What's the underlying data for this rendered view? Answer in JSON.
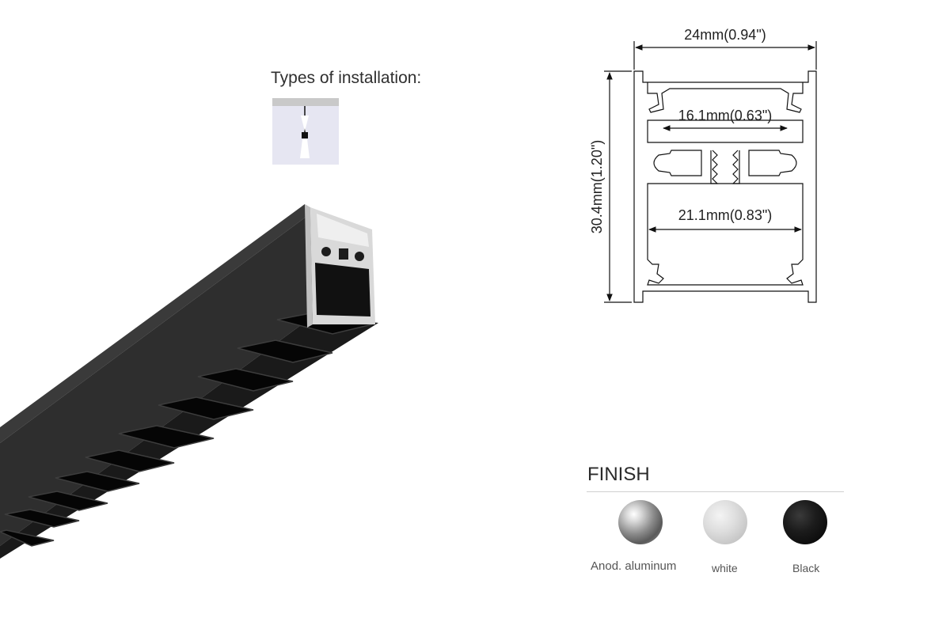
{
  "installation": {
    "title": "Types of installation:",
    "icon": "pendant-installation-icon"
  },
  "drawing": {
    "width_label": "24mm(0.94\")",
    "height_label": "30.4mm(1.20\")",
    "inner_top_label": "16.1mm(0.63\")",
    "inner_bottom_label": "21.1mm(0.83\")"
  },
  "finish": {
    "title": "FINISH",
    "options": [
      {
        "label": "Anod. aluminum",
        "color": "#9a9a9a"
      },
      {
        "label": "white",
        "color": "#d6d6d6"
      },
      {
        "label": "Black",
        "color": "#111111"
      }
    ]
  },
  "colors": {
    "profile_body": "#2b2b2b",
    "louver": "#0a0a0a",
    "aluminum_edge": "#c8c8c8"
  }
}
